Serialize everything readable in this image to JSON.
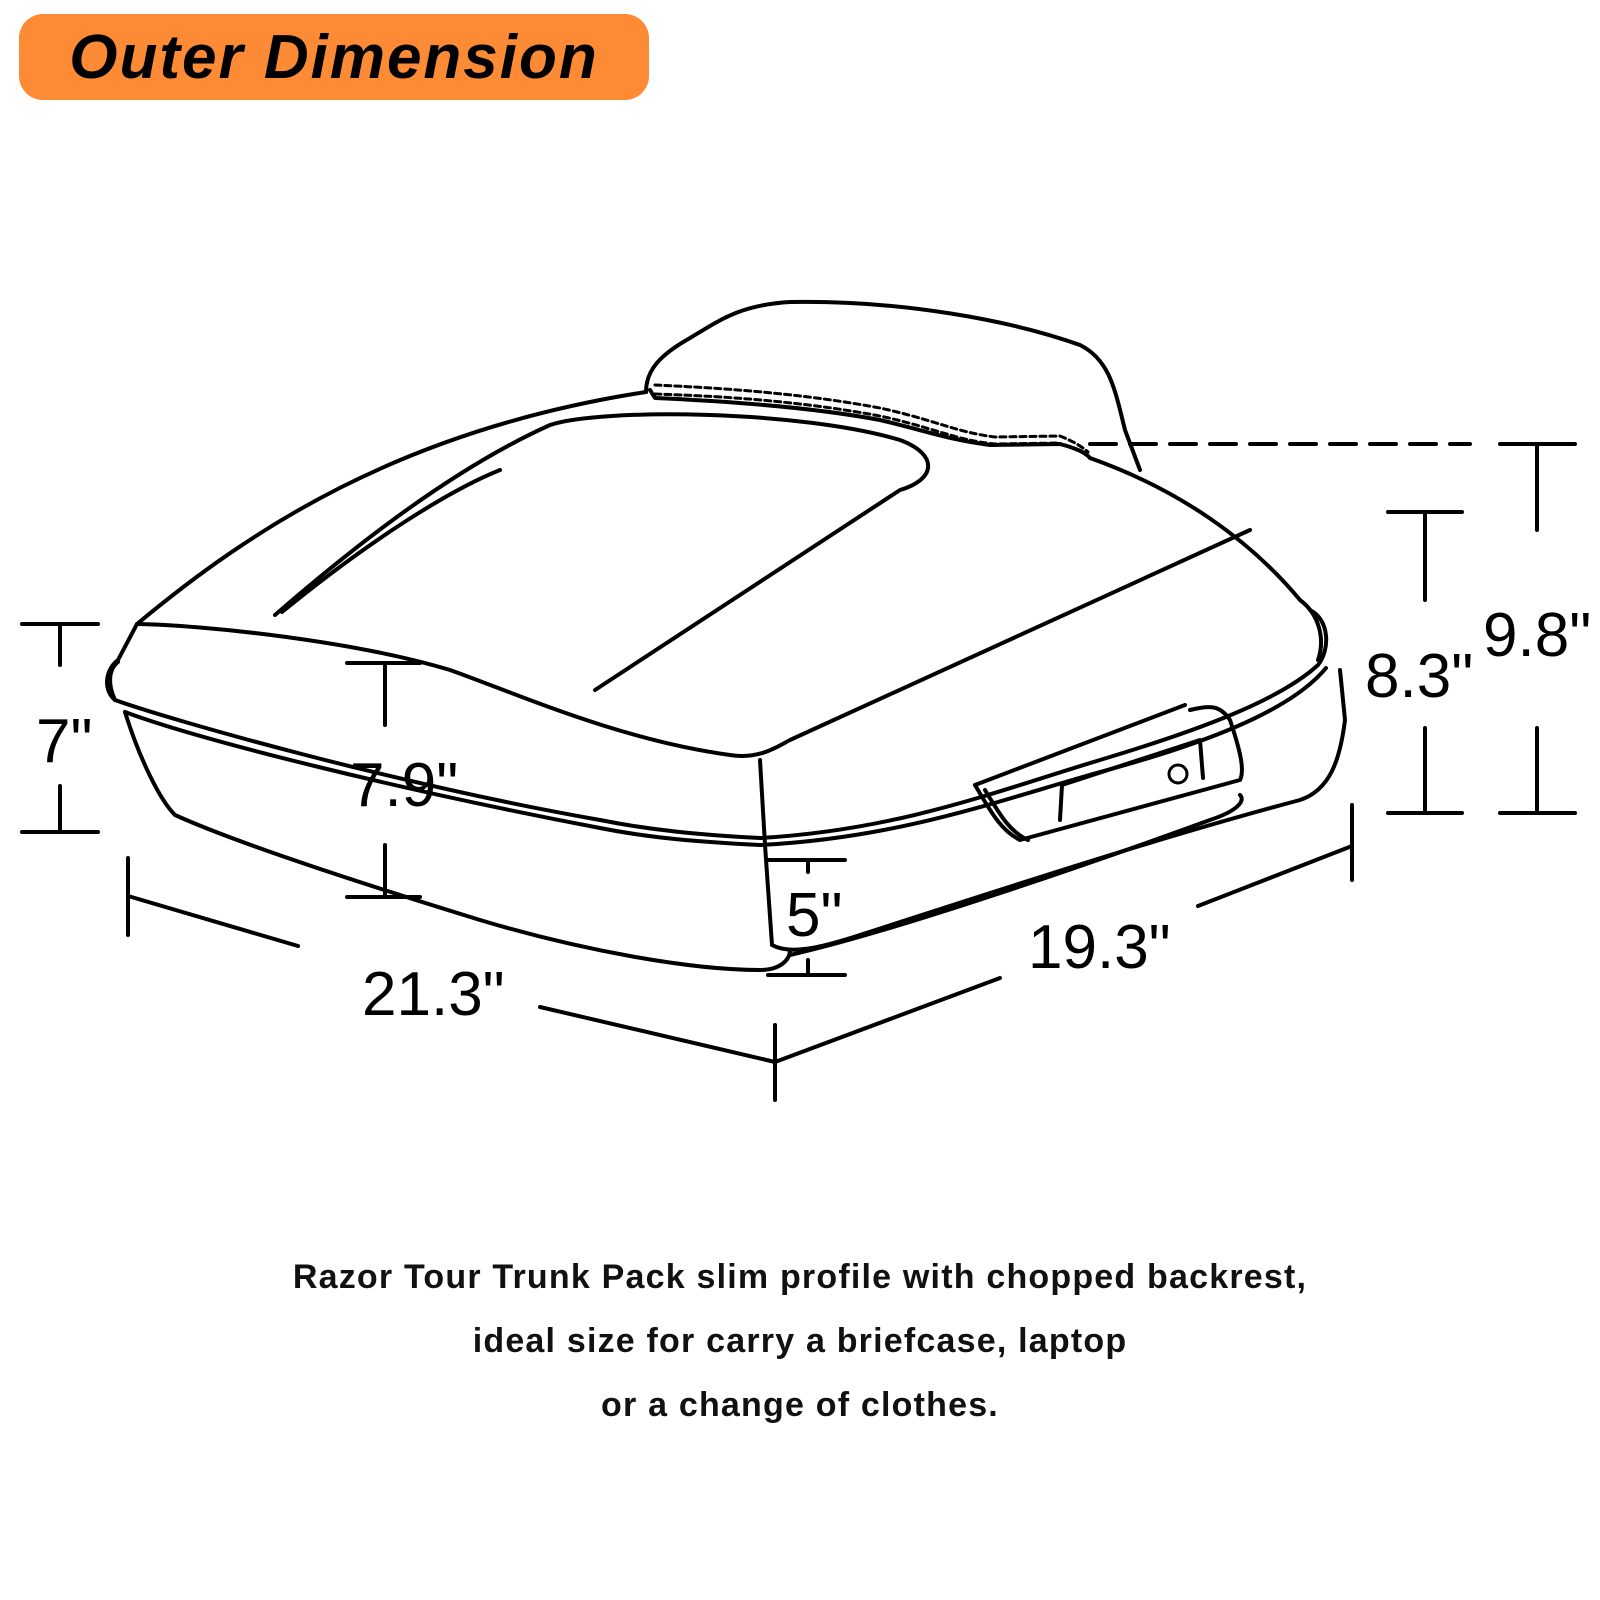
{
  "header": {
    "title": "Outer Dimension",
    "badge_color": "#fd8a34"
  },
  "diagram": {
    "subject": "Razor Tour Trunk Pack outline drawing",
    "dimensions": {
      "left_side_height": "7\"",
      "front_center_height": "7.9\"",
      "lower_body_height": "5\"",
      "width": "21.3\"",
      "depth": "19.3\"",
      "body_height": "8.3\"",
      "overall_height": "9.8\""
    }
  },
  "caption": {
    "lines": [
      "Razor Tour Trunk Pack slim profile with chopped backrest,",
      "ideal size for carry a briefcase, laptop",
      "or a change of clothes."
    ]
  }
}
